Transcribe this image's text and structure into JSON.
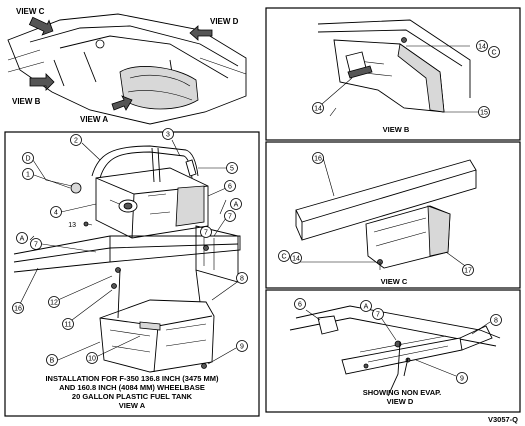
{
  "views": {
    "c_label": "VIEW C",
    "d_label": "VIEW D",
    "b_label": "VIEW B",
    "a_label": "VIEW A"
  },
  "view_a": {
    "caption_line1": "INSTALLATION FOR F-350 136.8 INCH (3475 MM)",
    "caption_line2": "AND 160.8 INCH (4084 MM) WHEELBASE",
    "caption_line3": "20 GALLON PLASTIC FUEL TANK",
    "caption_line4": "VIEW A",
    "callouts": [
      "D",
      "1",
      "2",
      "3",
      "4",
      "5",
      "6",
      "7",
      "A",
      "7",
      "13",
      "A",
      "7",
      "16",
      "12",
      "11",
      "8",
      "B",
      "10",
      "9"
    ]
  },
  "view_b": {
    "caption": "VIEW B",
    "callouts": [
      "14",
      "C",
      "14",
      "15"
    ]
  },
  "view_c": {
    "caption": "VIEW C",
    "callouts": [
      "16",
      "C",
      "14",
      "17"
    ]
  },
  "view_d": {
    "caption_line1": "SHOWING NON EVAP.",
    "caption_line2": "VIEW D",
    "callouts": [
      "6",
      "A",
      "7",
      "8",
      "9"
    ]
  },
  "figure_code": "V3057-Q"
}
